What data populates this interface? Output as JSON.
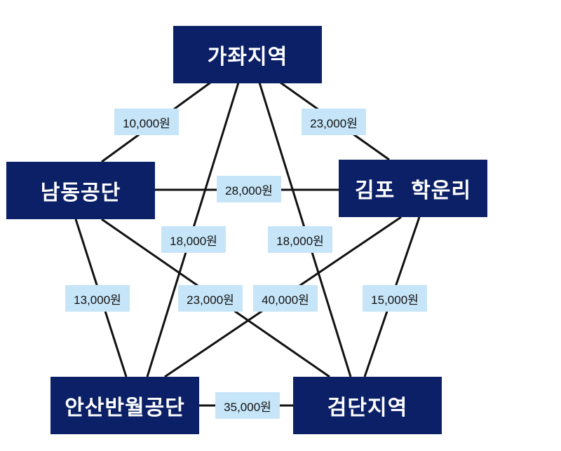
{
  "nodes": {
    "gajwa": "가좌지역",
    "namdong": "남동공단",
    "gimpo": "김포  학운리",
    "ansan": "안산반월공단",
    "geomdan": "검단지역"
  },
  "edges": {
    "gajwa_namdong": "10,000원",
    "gajwa_gimpo": "23,000원",
    "namdong_gimpo": "28,000원",
    "gajwa_ansan": "18,000원",
    "gajwa_geomdan": "18,000원",
    "namdong_ansan": "13,000원",
    "namdong_geomdan": "23,000원",
    "gimpo_ansan": "40,000원",
    "gimpo_geomdan": "15,000원",
    "ansan_geomdan": "35,000원"
  },
  "colors": {
    "node_bg": "#0b2066",
    "label_bg": "#c6e5f8",
    "line": "#111111"
  }
}
